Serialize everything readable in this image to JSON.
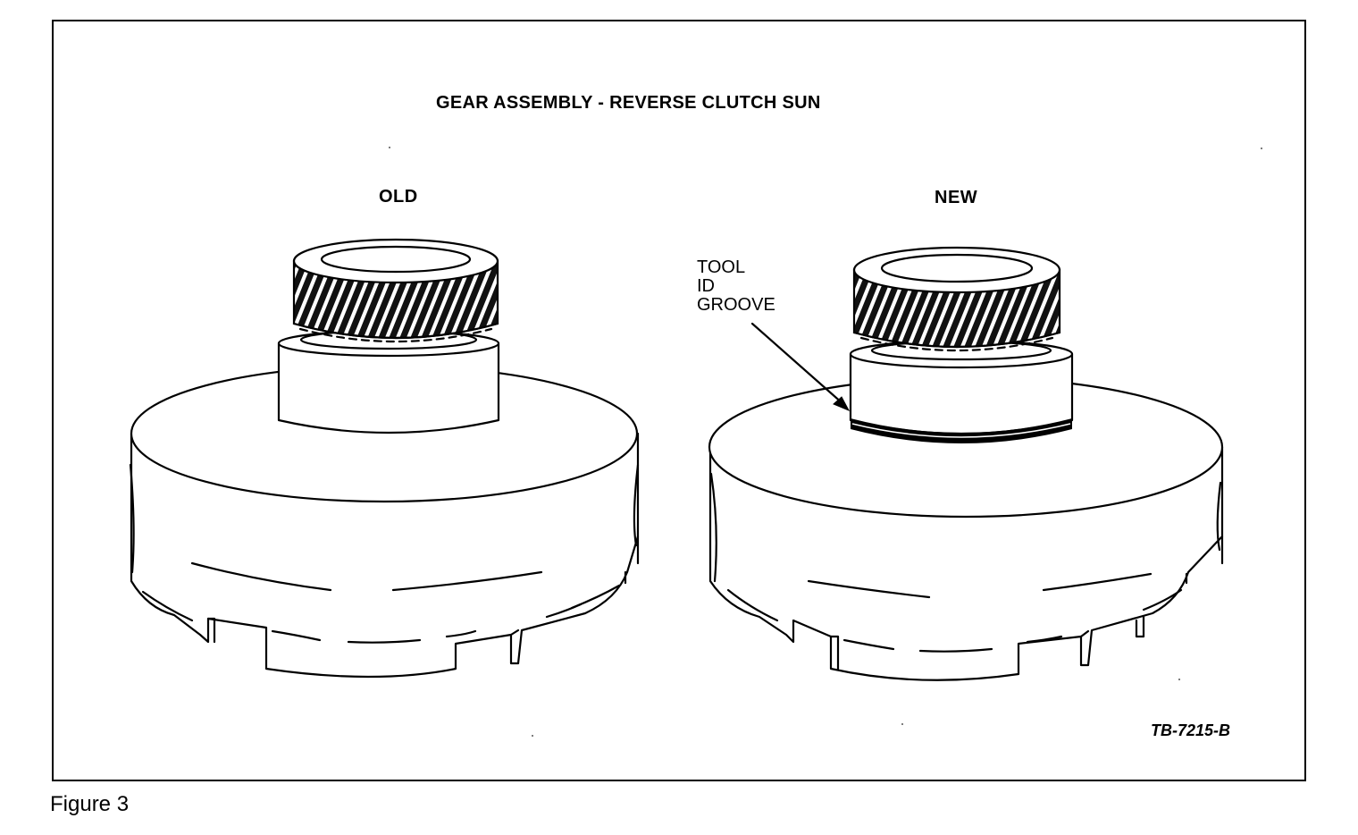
{
  "figure": {
    "title": "GEAR ASSEMBLY - REVERSE CLUTCH SUN",
    "labels": {
      "old": "OLD",
      "new": "NEW"
    },
    "callout": {
      "line1": "TOOL",
      "line2": "ID",
      "line3": "GROOVE"
    },
    "document_code": "TB-7215-B",
    "caption": "Figure 3"
  }
}
